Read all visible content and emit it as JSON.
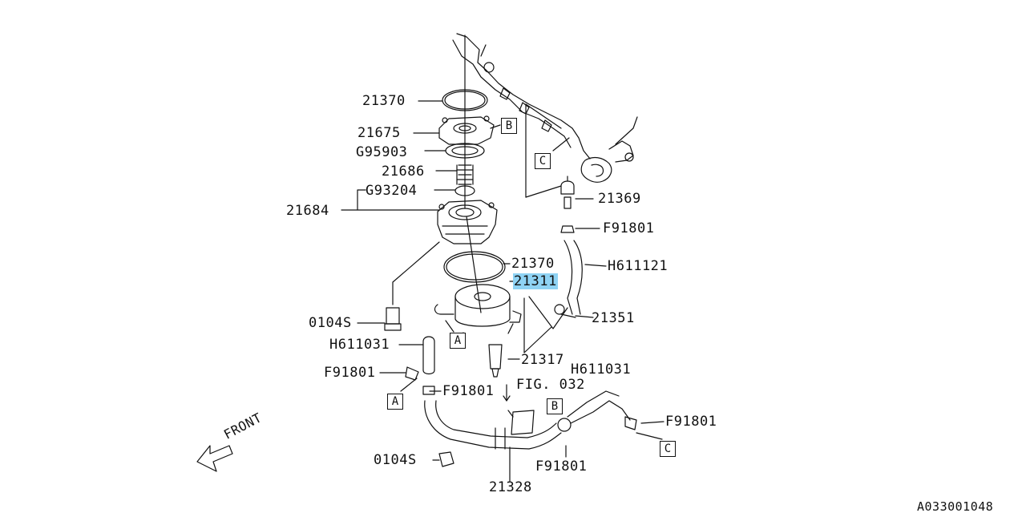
{
  "colors": {
    "highlight": "#8fd3f4",
    "line": "#111111",
    "background": "#ffffff"
  },
  "labels": {
    "p21370_top": "21370",
    "p21675": "21675",
    "pG95903": "G95903",
    "p21686": "21686",
    "pG93204": "G93204",
    "p21684": "21684",
    "p21369": "21369",
    "pF91801_a": "F91801",
    "pH611121": "H611121",
    "p21370_mid": "21370",
    "p21311": "21311",
    "p21351": "21351",
    "p0104S_a": "0104S",
    "pH611031_a": "H611031",
    "p21317": "21317",
    "pF91801_b": "F91801",
    "pF91801_c": "F91801",
    "fig032": "FIG. 032",
    "pH611031_b": "H611031",
    "pF91801_d": "F91801",
    "p0104S_b": "0104S",
    "pF91801_e": "F91801",
    "p21328": "21328",
    "front": "FRONT",
    "diagram_id": "A033001048"
  },
  "callouts": {
    "B_top": "B",
    "C_top": "C",
    "A_mid": "A",
    "A_low": "A",
    "B_low": "B",
    "C_low": "C"
  }
}
